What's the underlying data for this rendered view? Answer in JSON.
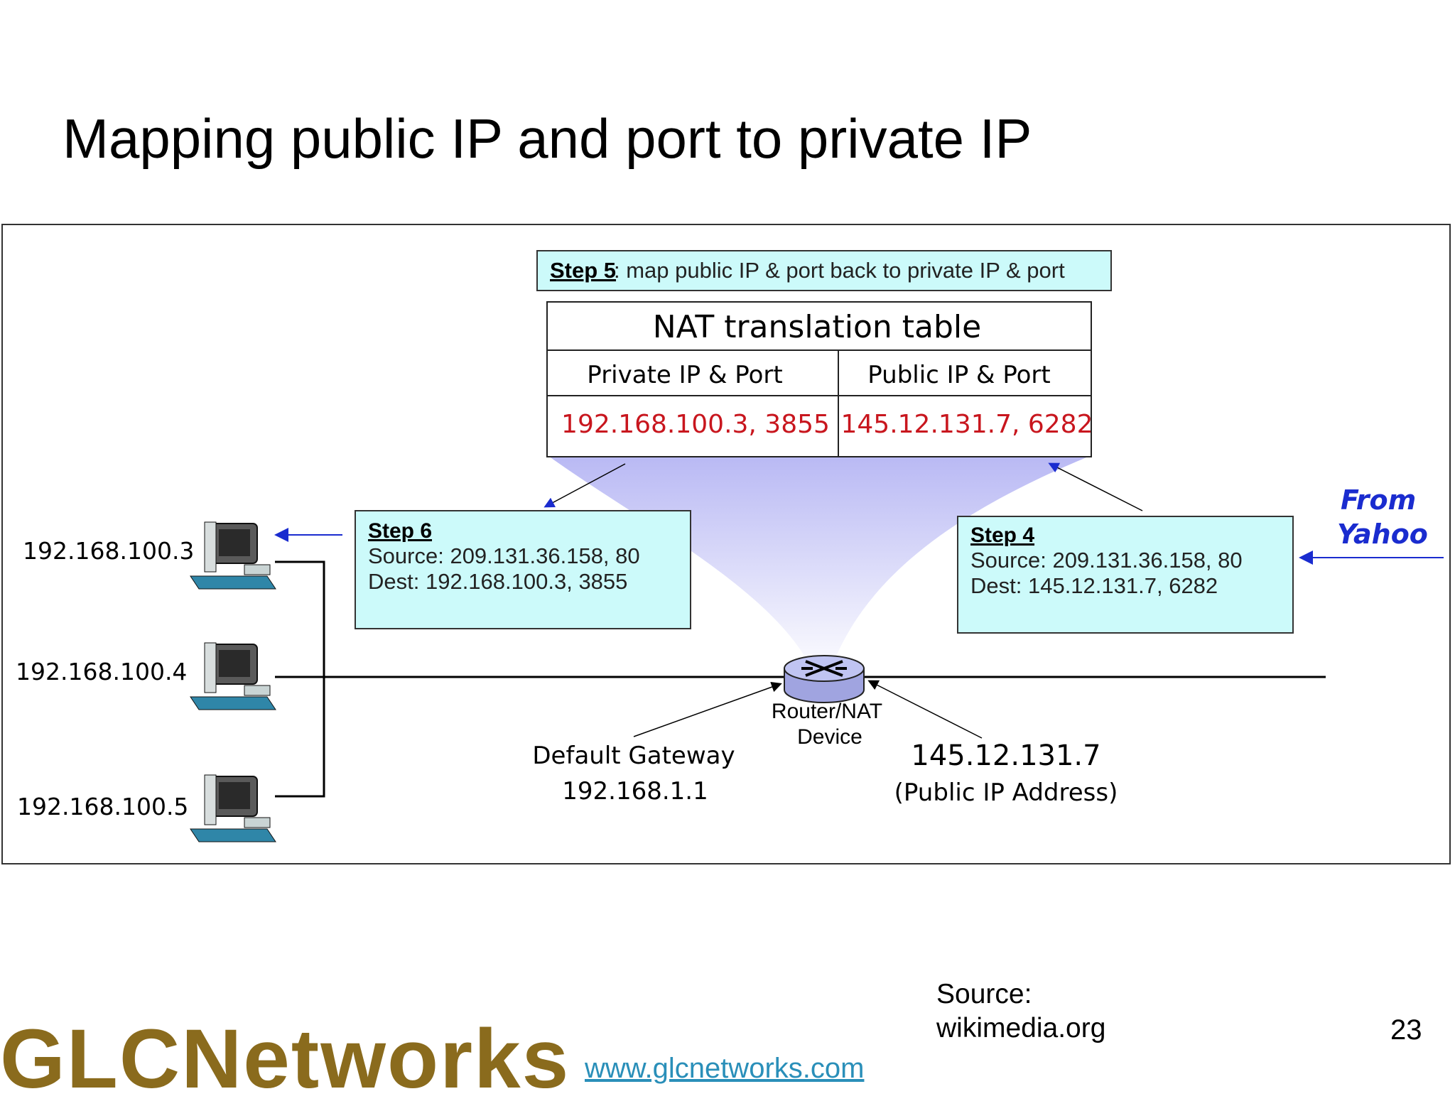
{
  "slide": {
    "title": "Mapping public IP and port to private IP",
    "source_label": "Source:",
    "source_value": "wikimedia.org",
    "page_number": "23",
    "website": "www.glcnetworks.com",
    "logo_text_1": "GLCNet",
    "logo_text_2": "works"
  },
  "diagram": {
    "step5_title": "Step 5",
    "step5_text": ": map public IP & port back to private IP & port",
    "table_title": "NAT translation table",
    "col_private": "Private IP & Port",
    "col_public": "Public IP & Port",
    "row_private": "192.168.100.3, 3855",
    "row_public": "145.12.131.7, 6282",
    "step6_title": "Step 6",
    "step6_source": "Source: 209.131.36.158, 80",
    "step6_dest": "Dest: 192.168.100.3, 3855",
    "step4_title": "Step 4",
    "step4_source": "Source: 209.131.36.158, 80",
    "step4_dest": "Dest: 145.12.131.7, 6282",
    "from_line1": "From",
    "from_line2": "Yahoo",
    "pc1_ip": "192.168.100.3",
    "pc2_ip": "192.168.100.4",
    "pc3_ip": "192.168.100.5",
    "router_line1": "Router/NAT",
    "router_line2": "Device",
    "gateway_label": "Default Gateway",
    "gateway_ip": "192.168.1.1",
    "public_ip": "145.12.131.7",
    "public_ip_label": "(Public IP Address)"
  },
  "colors": {
    "box_fill": "#ccfafa",
    "red_text": "#c8161e",
    "arrow_blue": "#1a2ccf",
    "funnel": "#c8c8f6",
    "logo_gold": "#8a6b1d",
    "link_blue": "#2a8fb9"
  }
}
